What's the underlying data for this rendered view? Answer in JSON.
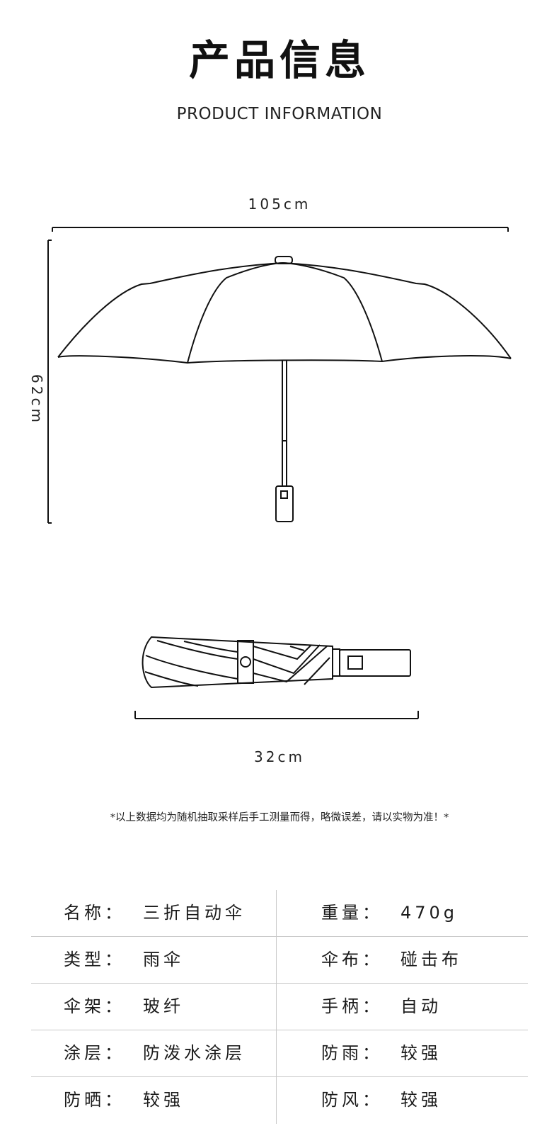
{
  "header": {
    "title": "产品信息",
    "subtitle": "PRODUCT INFORMATION"
  },
  "dimensions": {
    "open_width": "105cm",
    "open_height": "62cm",
    "folded_length": "32cm"
  },
  "note": "*以上数据均为随机抽取采样后手工测量而得，略微误差，请以实物为准！*",
  "specs": [
    {
      "k1": "名称：",
      "v1": "三折自动伞",
      "k2": "重量：",
      "v2": "470g"
    },
    {
      "k1": "类型：",
      "v1": "雨伞",
      "k2": "伞布：",
      "v2": "碰击布"
    },
    {
      "k1": "伞架：",
      "v1": "玻纤",
      "k2": "手柄：",
      "v2": "自动"
    },
    {
      "k1": "涂层：",
      "v1": "防泼水涂层",
      "k2": "防雨：",
      "v2": "较强"
    },
    {
      "k1": "防晒：",
      "v1": "较强",
      "k2": "防风：",
      "v2": "较强"
    }
  ],
  "colors": {
    "line": "#111111",
    "divider": "#c9c9c9"
  }
}
